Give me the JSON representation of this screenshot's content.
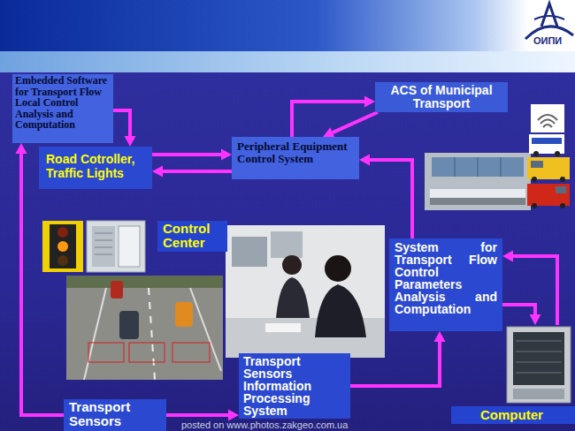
{
  "diagram": {
    "nodes": [
      {
        "text": [
          "Embedded Software for Transport Flow Local Control Analysis and Computation"
        ]
      },
      {
        "text": [
          "ACS of Municipal Transport"
        ]
      },
      {
        "text": [
          "Road Cotroller, Traffic Lights"
        ]
      },
      {
        "text": [
          "Peripheral Equipment Control System"
        ]
      },
      {
        "text": [
          "Control Center"
        ]
      },
      {
        "text": [
          "System for Transport Flow Control Parameters Analysis and Computation"
        ]
      },
      {
        "text": [
          "Transport Sensors Information Processing System"
        ]
      },
      {
        "text": [
          "Transport Sensors"
        ]
      },
      {
        "text": [
          "Computer"
        ]
      }
    ],
    "edges": [
      {
        "from": 0,
        "to": 2,
        "arrow": "to"
      },
      {
        "from": 2,
        "to": 3,
        "arrow": "to"
      },
      {
        "from": 3,
        "to": 2,
        "arrow": "to"
      },
      {
        "from": 3,
        "to": 1,
        "arrow": "to"
      },
      {
        "from": 1,
        "to": 3,
        "arrow": "to"
      },
      {
        "from": 5,
        "to": 3,
        "arrow": "to"
      },
      {
        "from": 6,
        "to": 5,
        "arrow": "to"
      },
      {
        "from": 7,
        "to": 6,
        "arrow": "to"
      },
      {
        "from": 7,
        "to": 0,
        "arrow": "to"
      },
      {
        "from": 5,
        "to": 8,
        "arrow": "to"
      },
      {
        "from": 8,
        "to": 5,
        "arrow": "to"
      }
    ],
    "labels": [
      "ОИПИ",
      "posted on www.photos.zakgeo.com.ua"
    ]
  }
}
